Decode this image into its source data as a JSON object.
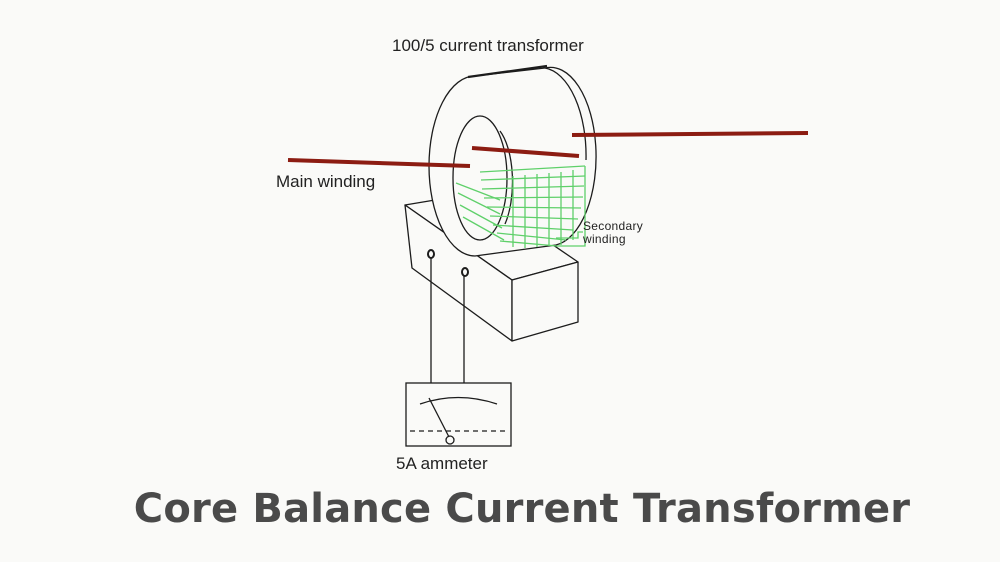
{
  "labels": {
    "transformer": "100/5 current transformer",
    "main_winding": "Main winding",
    "secondary_line1": "Secondary",
    "secondary_line2": "winding",
    "ammeter": "5A ammeter"
  },
  "caption": "Core Balance Current Transformer",
  "colors": {
    "line": "#1c1c1c",
    "conductor": "#8c1c12",
    "secondary_winding": "#5fd06a",
    "caption": "#4a4a4a",
    "background": "#fafaf8"
  }
}
